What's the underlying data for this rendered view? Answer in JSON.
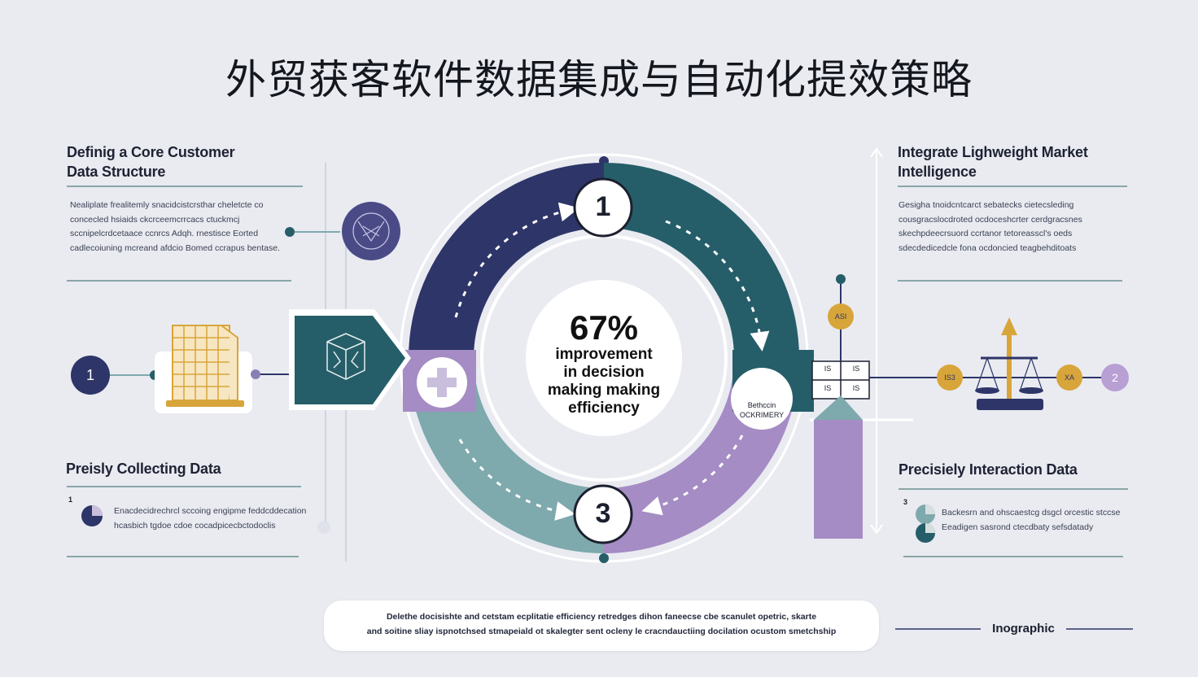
{
  "title": "外贸获客软件数据集成与自动化提效策略",
  "sections": {
    "top_left": {
      "title_line1": "Definig a Core Customer",
      "title_line2": "Data Structure",
      "body_line1": "Nealiplate frealitemly snacidcistcrsthar cheletcte co",
      "body_line2": "concecled hsiaids ckcrceemcrrcacs ctuckmcj",
      "body_line3": "sccnipelcrdcetaace ccnrcs Adqh. rnestisce Eorted",
      "body_line4": "cadlecoiuning mcreand afdcio Bomed ccrapus bentase."
    },
    "bottom_left": {
      "title": "Preisly Collecting Data",
      "index": "1",
      "body_line1": "Enacdecidrechrcl sccoing engipme feddcddecation",
      "body_line2": "hcasbich tgdoe cdoe cocadpicecbctodoclis"
    },
    "top_right": {
      "title_line1": "Integrate Lighweight Market",
      "title_line2": "Intelligence",
      "body_line1": "Gesigha tnoidcntcarct sebatecks cietecsleding",
      "body_line2": "cousgracslocdroted ocdoceshcrter cerdgracsnes",
      "body_line3": "skechpdeecrsuord ccrtanor tetoreasscl's oeds",
      "body_line4": "sdecdedicedcle fona ocdoncied teagbehditoats"
    },
    "bottom_right": {
      "title": "Precisiely Interaction Data",
      "index": "3",
      "body_line1": "Backesrn and ohscaestcg dsgcl orcestic stccse",
      "body_line2": "Eeadigen sasrond ctecdbaty sefsdatady"
    }
  },
  "cycle": {
    "step_top": "1",
    "step_bottom": "3",
    "stat_value": "67%",
    "stat_line1": "improvement",
    "stat_line2": "in decision",
    "stat_line3": "making making",
    "stat_line4": "efficiency",
    "side_label_line1": "Bethccin",
    "side_label_line2": "OCKRIMERY"
  },
  "left_flow": {
    "node_number": "1"
  },
  "right_flow": {
    "badge_left": "IS3",
    "badge_mid": "XA",
    "node_number": "2",
    "pin_label": "ASI",
    "grid_cell_1": "IS",
    "grid_cell_2": "IS",
    "grid_cell_3": "IS",
    "grid_cell_4": "IS"
  },
  "footer": {
    "line1": "Delethe docisishte and cetstam ecplitatie efficiency retredges dihon faneecse cbe scanulet opetric, skarte",
    "line2": "and soitine sliay ispnotchsed stmapeiald ot skalegter sent ocleny le cracndauctiing docilation ocustom smetchship"
  },
  "logo_label": "Inographic",
  "colors": {
    "navy": "#2e3568",
    "teal": "#255e68",
    "sage": "#7ea9ad",
    "lavender": "#a58cc4",
    "gold": "#d8a53a",
    "background": "#e9ebf1"
  }
}
